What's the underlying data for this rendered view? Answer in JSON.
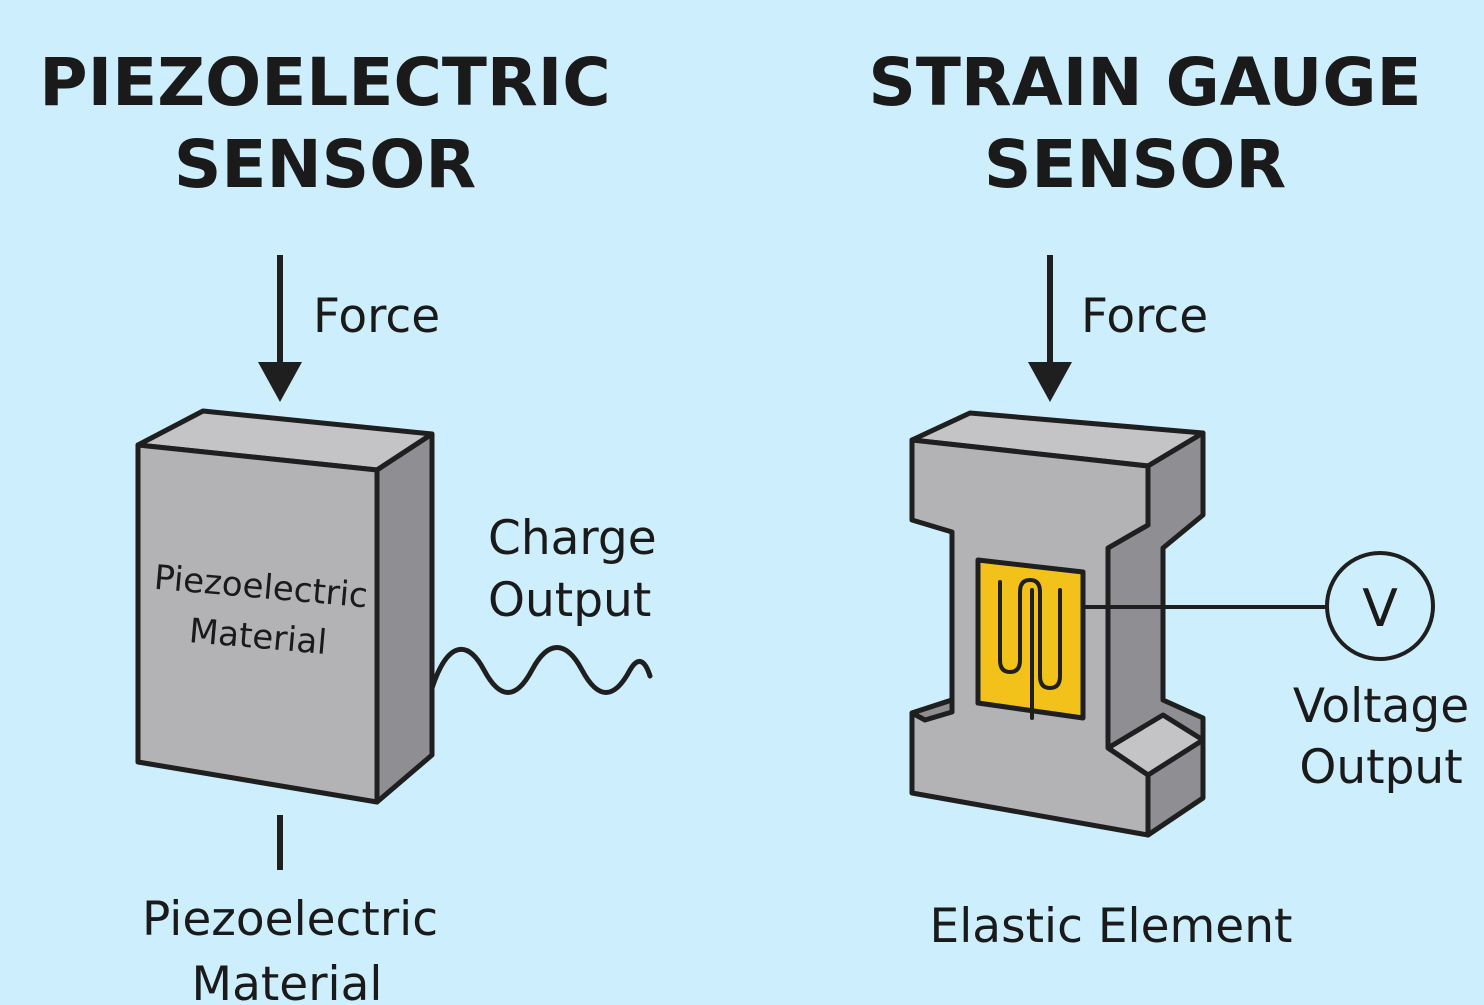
{
  "left": {
    "title_line1": "PIEZOELECTRIC",
    "title_line2": "SENSOR",
    "force_label": "Force",
    "block_label_line1": "Piezoelectric",
    "block_label_line2": "Material",
    "output_line1": "Charge",
    "output_line2": "Output",
    "bottom_label_line1": "Piezoelectric",
    "bottom_label_line2": "Material"
  },
  "right": {
    "title_line1": "STRAIN GAUGE",
    "title_line2": "SENSOR",
    "force_label": "Force",
    "meter_symbol": "V",
    "output_line1": "Voltage",
    "output_line2": "Output",
    "bottom_label": "Elastic Element"
  },
  "colors": {
    "background": "#cdeefc",
    "block_front": "#b3b3b6",
    "block_top": "#c4c4c7",
    "block_side": "#8f8f93",
    "gauge": "#f2c21b",
    "ink": "#1f1f1f"
  }
}
